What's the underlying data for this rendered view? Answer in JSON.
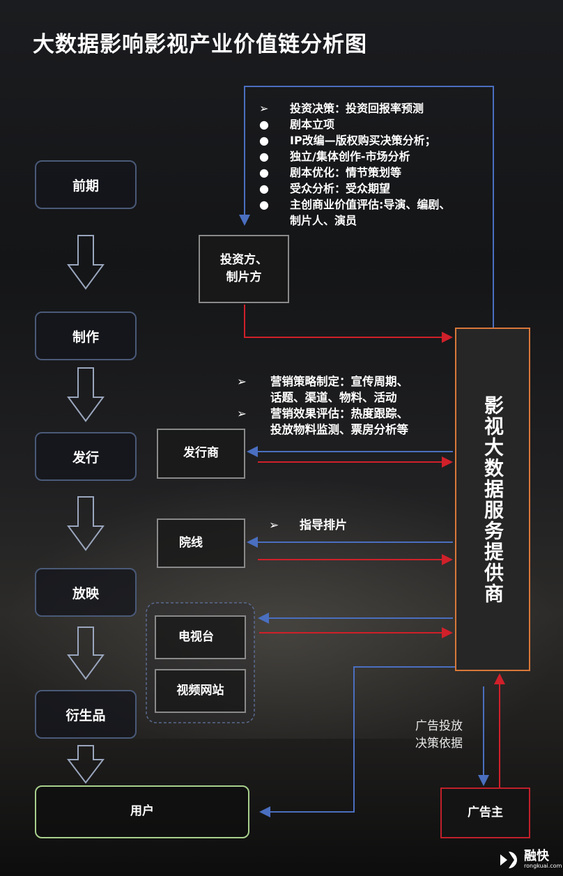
{
  "title": "大数据影响影视产业价值链分析图",
  "stages": [
    "前期",
    "制作",
    "发行",
    "放映",
    "衍生品"
  ],
  "user_box": "用户",
  "investor_box": "投资方、\n制片方",
  "investor_lines": [
    "投资方、",
    "制片方"
  ],
  "investor_notes": [
    {
      "bullet": "➢",
      "text": "投资决策：投资回报率预测"
    },
    {
      "bullet": "●",
      "text": "剧本立项"
    },
    {
      "bullet": "●",
      "text": "IP改编—版权购买决策分析；"
    },
    {
      "bullet": "●",
      "text": "独立/集体创作-市场分析"
    },
    {
      "bullet": "●",
      "text": "剧本优化：情节策划等"
    },
    {
      "bullet": "●",
      "text": "受众分析：受众期望"
    },
    {
      "bullet": "●",
      "text": "主创商业价值评估:导演、编剧、"
    },
    {
      "bullet": "",
      "text": "制片人、演员"
    }
  ],
  "distributor_notes": [
    {
      "bullet": "➢",
      "text": "营销策略制定：宣传周期、"
    },
    {
      "bullet": "",
      "text": "话题、渠道、物料、活动"
    },
    {
      "bullet": "➢",
      "text": "营销效果评估：热度跟踪、"
    },
    {
      "bullet": "",
      "text": "投放物料监测、票房分析等"
    }
  ],
  "cinema_note": {
    "bullet": "➢",
    "text": "指导排片"
  },
  "distributor_box": "发行商",
  "cinema_box": "院线",
  "tv_box": "电视台",
  "video_site_box": "视频网站",
  "provider_box": "影视大数据服务提供商",
  "advertiser_box": "广告主",
  "ad_note": [
    "广告投放",
    "决策依据"
  ],
  "logo": {
    "name": "融快",
    "url_text": "rongkuai.com"
  },
  "colors": {
    "blue": "#4a6fc0",
    "red": "#d0202a",
    "orange": "#d9783a",
    "green": "#a8d08d"
  }
}
